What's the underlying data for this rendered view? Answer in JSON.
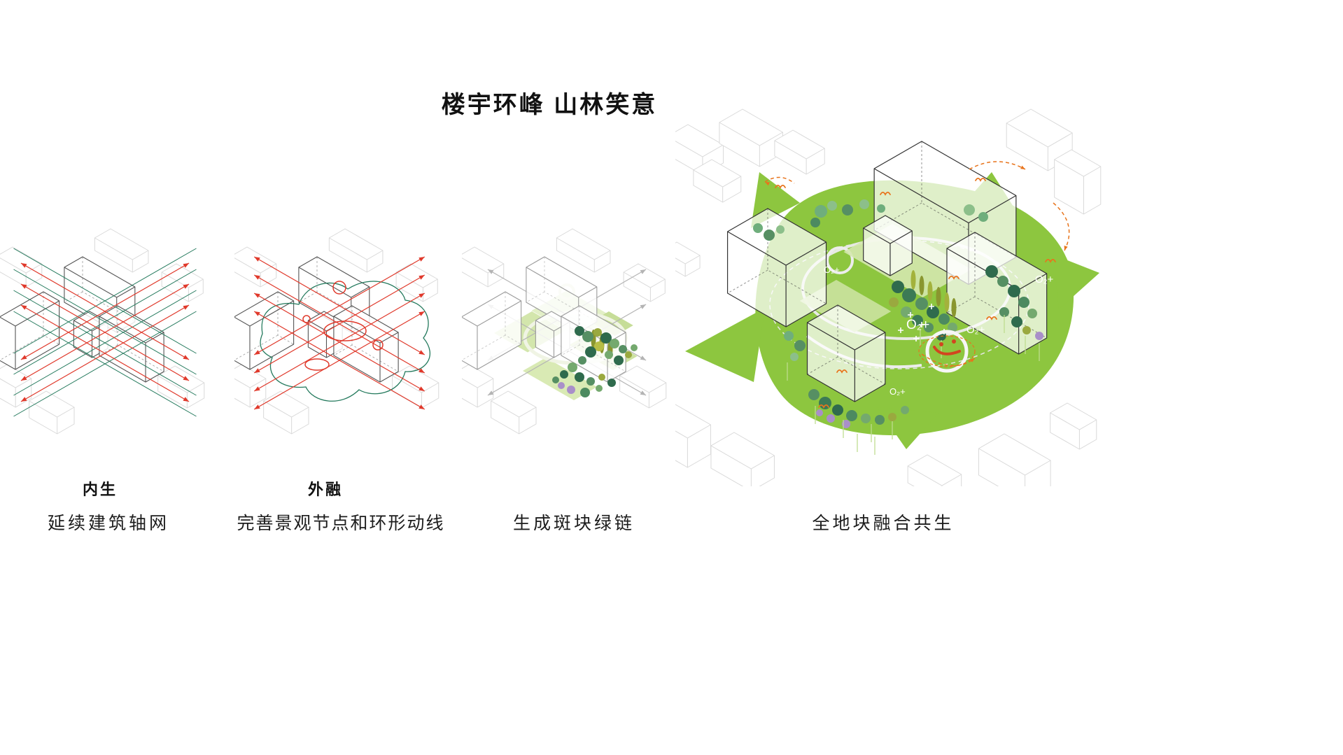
{
  "title": "楼宇环峰 山林笑意",
  "panels": [
    {
      "keyword": "内生",
      "caption": "延续建筑轴网"
    },
    {
      "keyword": "外融",
      "caption": "完善景观节点和环形动线"
    },
    {
      "keyword": "",
      "caption": "生成斑块绿链"
    },
    {
      "keyword": "",
      "caption": "全地块融合共生",
      "o2_label": "O₂+"
    }
  ],
  "colors": {
    "canopy_green": "#8dc63f",
    "axis_green": "#23795c",
    "axis_red": "#e0392b",
    "accent_orange": "#e8741c",
    "smile_red": "#d2451f",
    "tree_dark": "#2f6b4d",
    "tree_mid": "#568f63",
    "tree_light": "#8cbf8a",
    "tree_olive": "#9aa93f",
    "tree_purple": "#a98fc9",
    "wireframe_gray": "#9b9b9b",
    "building_gray": "#555555",
    "faint_gray": "#d9d9d9"
  }
}
